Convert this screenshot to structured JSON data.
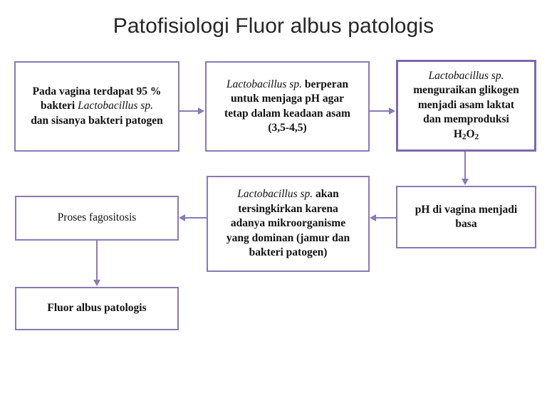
{
  "slide": {
    "title": "Patofisiologi Fluor albus patologis",
    "background_color": "#ffffff",
    "accent_color": "#8A79B8",
    "text_color": "#111111"
  },
  "boxes": {
    "bakteri": {
      "name": "Pada vagina terdapat 95 % bakteri Lactobacillus sp. dan sisanya bakteri patogen",
      "lines": [
        "Pada vagina terdapat 95 %",
        "bakteri Lactobacillus sp.",
        "dan sisanya bakteri patogen"
      ]
    },
    "ph_asam": {
      "name": "Lactobacillus sp. berperan untuk menjaga pH agar tetap dalam keadaan asam (3,5-4,5)",
      "lines": [
        "Lactobacillus sp. berperan",
        "untuk menjaga pH agar",
        "tetap dalam keadaan asam",
        "(3,5-4,5)"
      ]
    },
    "glikogen": {
      "name": "Lactobacillus sp. menguraikan glikogen menjadi asam laktat dan memproduksi H2O2",
      "lines": [
        "Lactobacillus sp.",
        "menguraikan glikogen",
        "menjadi asam laktat",
        "dan memproduksi",
        "H2O2"
      ]
    },
    "ph_basa": {
      "name": "pH di vagina menjadi basa",
      "lines": [
        "pH di vagina menjadi",
        "basa"
      ]
    },
    "tersingkir": {
      "name": "Lactobacillus sp. akan tersingkirkan karena adanya mikroorganisme yang dominan (jamur dan bakteri patogen)",
      "lines": [
        "Lactobacillus sp. akan",
        "tersingkirkan karena",
        "adanya mikroorganisme",
        "yang dominan (jamur dan",
        "bakteri patogen)"
      ]
    },
    "fagositosis": {
      "name": "Proses fagositosis",
      "lines": [
        "Proses fagositosis"
      ]
    },
    "fluor": {
      "name": "Fluor albus patologis",
      "lines": [
        "Fluor albus patologis"
      ]
    }
  },
  "connectors": [
    {
      "id": "arrow-1",
      "from": "bakteri",
      "to": "ph_asam",
      "direction": "right"
    },
    {
      "id": "arrow-2",
      "from": "ph_asam",
      "to": "glikogen",
      "direction": "right"
    },
    {
      "id": "arrow-3",
      "from": "glikogen",
      "to": "ph_basa",
      "direction": "down"
    },
    {
      "id": "arrow-4",
      "from": "ph_basa",
      "to": "tersingkir",
      "direction": "left"
    },
    {
      "id": "arrow-5",
      "from": "tersingkir",
      "to": "fagositosis",
      "direction": "left"
    },
    {
      "id": "arrow-6",
      "from": "fagositosis",
      "to": "fluor",
      "direction": "down"
    }
  ]
}
